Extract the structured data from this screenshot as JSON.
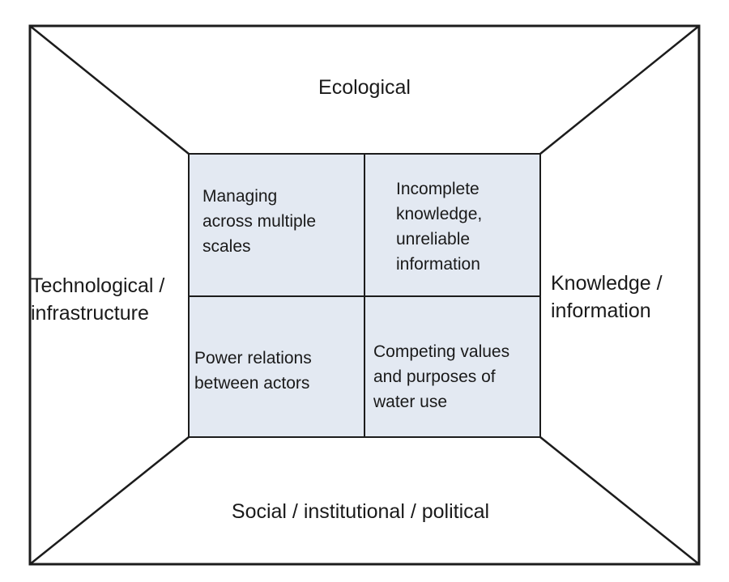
{
  "outer_labels": {
    "top": "Ecological",
    "left": [
      "Technological /",
      "infrastructure"
    ],
    "right": [
      "Knowledge /",
      "information"
    ],
    "bottom": "Social / institutional / political"
  },
  "center_cells": {
    "top_left": [
      "Managing",
      "across multiple",
      "scales"
    ],
    "top_right": [
      "Incomplete",
      "knowledge,",
      "unreliable",
      "information"
    ],
    "bottom_left": [
      "Power relations",
      "between actors"
    ],
    "bottom_right": [
      "Competing values",
      "and purposes of",
      "water use"
    ]
  },
  "colors": {
    "cell_fill": "#e3e9f2",
    "stroke": "#1c1c1c"
  }
}
